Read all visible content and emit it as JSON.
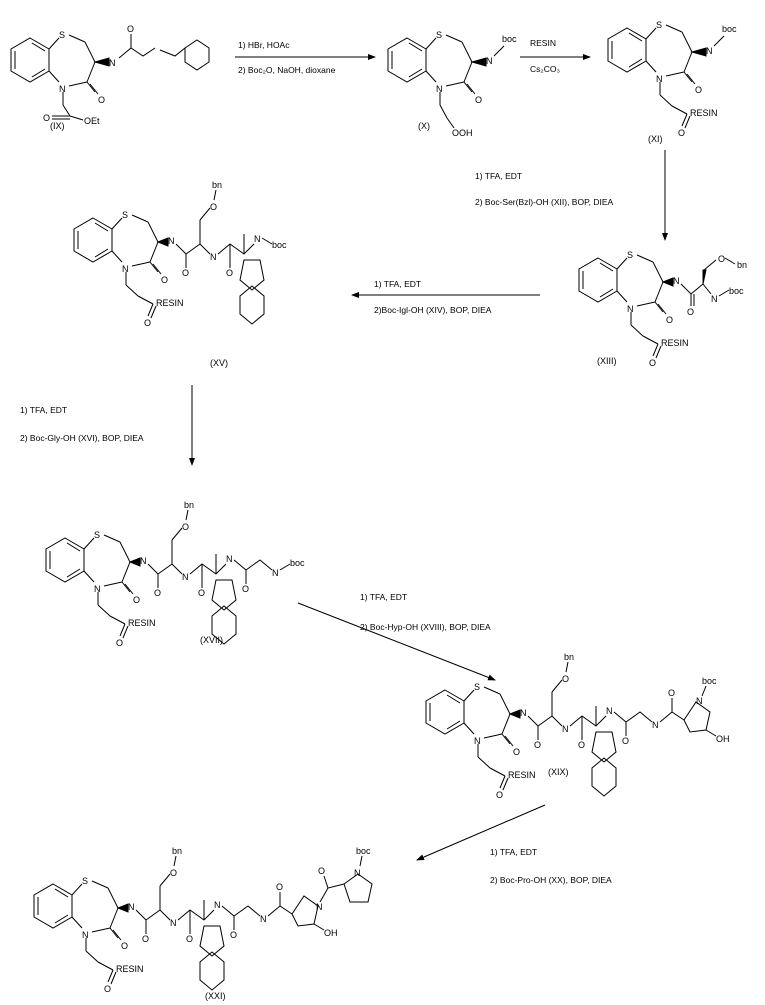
{
  "atoms": {
    "S": "S",
    "N": "N",
    "O": "O",
    "NH": "N",
    "H": "H",
    "OH": "OH",
    "boc": "boc",
    "bn": "bn",
    "resin": "RESIN",
    "OEt": "OEt",
    "COOH": "OOH"
  },
  "compounds": {
    "IX": "(IX)",
    "X": "(X)",
    "XI": "(XI)",
    "XIII": "(XIII)",
    "XV": "(XV)",
    "XVII": "(XVII)",
    "XIX": "(XIX)",
    "XXI": "(XXI)"
  },
  "steps": [
    {
      "line1": "1) HBr, HOAc",
      "line2": "2) Boc₂O, NaOH, dioxane"
    },
    {
      "line1": "RESIN",
      "line2": "Cs₂CO₃"
    },
    {
      "line1": "1) TFA, EDT",
      "line2": "2) Boc-Ser(Bzl)-OH (XII), BOP, DIEA"
    },
    {
      "line1": "1) TFA, EDT",
      "line2": "2)Boc-Igl-OH  (XIV), BOP, DIEA"
    },
    {
      "line1": "1) TFA, EDT",
      "line2": "2) Boc-Gly-OH  (XVI), BOP, DIEA"
    },
    {
      "line1": "1) TFA, EDT",
      "line2": "2) Boc-Hyp-OH  (XVIII), BOP, DIEA"
    },
    {
      "line1": "1) TFA, EDT",
      "line2": "2) Boc-Pro-OH  (XX), BOP, DIEA"
    }
  ]
}
